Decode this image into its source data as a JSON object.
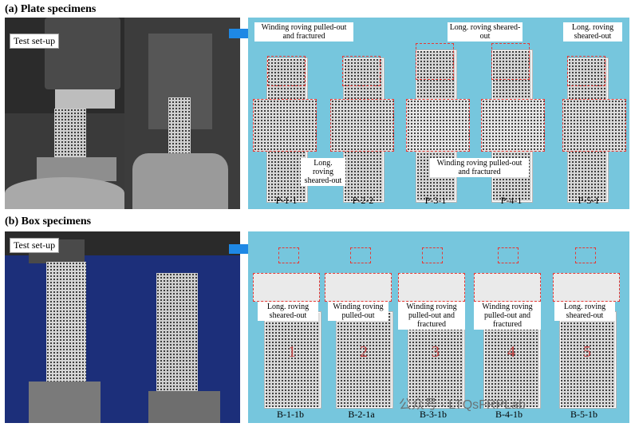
{
  "plate": {
    "title": "(a) Plate specimens",
    "setup_label": "Test set-up",
    "callouts": {
      "c1": "Winding roving pulled-out and fractured",
      "c2": "Long. roving sheared-out",
      "c3": "Long. roving sheared-out",
      "c4": "Long. roving sheared-out",
      "c5": "Winding roving pulled-out and fractured"
    },
    "labels": [
      "P-1-1",
      "P-2-2",
      "P-3-1",
      "P-4-1",
      "P-5-1"
    ]
  },
  "box": {
    "title": "(b) Box specimens",
    "setup_label": "Test set-up",
    "callouts": [
      "Long. roving sheared-out",
      "Winding roving pulled-out",
      "Winding roving pulled-out and fractured",
      "Winding roving pulled-out and fractured",
      "Long. roving sheared-out"
    ],
    "labels": [
      "B-1-1b",
      "B-2-1a",
      "B-3-1b",
      "B-4-1b",
      "B-5-1b"
    ],
    "marks": [
      "1",
      "2",
      "3",
      "4",
      "5"
    ]
  },
  "watermark": "公众号 · LTQsFRPLab",
  "colors": {
    "accent_red": "#e53935",
    "panel_bg": "#76c6dd",
    "arrow_blue": "#1e88e5"
  }
}
